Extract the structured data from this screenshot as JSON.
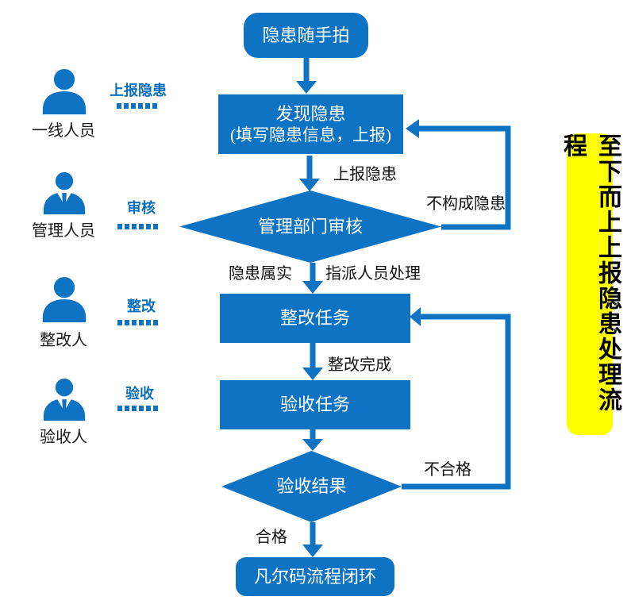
{
  "colors": {
    "primary_blue": "#0e73c3",
    "label_blue": "#0b6fbe",
    "banner_yellow": "#ffff00",
    "text_black": "#111111",
    "node_text_white": "#ffffff"
  },
  "banner": {
    "text": "至下而上上报隐患处理流程"
  },
  "flow": {
    "start": "隐患随手拍",
    "find_line1": "发现隐患",
    "find_line2": "(填写隐患信息，上报)",
    "review": "管理部门审核",
    "rectify": "整改任务",
    "accept": "验收任务",
    "result": "验收结果",
    "end": "凡尔码流程闭环"
  },
  "edge_labels": {
    "report": "上报隐患",
    "not_hazard": "不构成隐患",
    "hazard_true": "隐患属实",
    "assign": "指派人员处理",
    "rectify_done": "整改完成",
    "fail": "不合格",
    "pass": "合格"
  },
  "roles": [
    {
      "name": "一线人员",
      "action": "上报隐患",
      "icon": "person-icon"
    },
    {
      "name": "管理人员",
      "action": "审核",
      "icon": "manager-icon"
    },
    {
      "name": "整改人",
      "action": "整改",
      "icon": "person-icon"
    },
    {
      "name": "验收人",
      "action": "验收",
      "icon": "manager-icon"
    }
  ]
}
